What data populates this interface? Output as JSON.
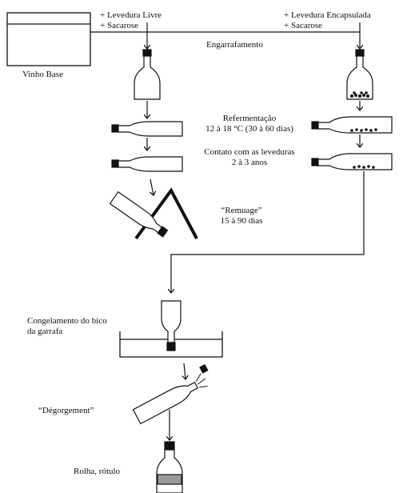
{
  "labels": {
    "free_yeast": "+ Levedura Livre",
    "sucrose_left": "+ Sacarose",
    "encapsulated_yeast": "+ Levedura Encapsulada",
    "sucrose_right": "+ Sacarose",
    "base_wine": "Vinho Base",
    "bottling": "Engarrafamento",
    "refermentation_title": "Refermentação",
    "refermentation_detail": "12 à 18 °C (30 à 60 dias)",
    "yeast_contact_title": "Contato com as leveduras",
    "yeast_contact_detail": "2 à 3 anos",
    "remuage_title": "“Remuage”",
    "remuage_detail": "15 à 90 dias",
    "freezing_line1": "Congelamento do bico",
    "freezing_line2": "da garrafa",
    "degorgement": "“Dégorgement”",
    "cork_label": "Rolha, rótulo"
  },
  "colors": {
    "line": "#111111",
    "sediment": "#111111",
    "label_band": "#9a9a9a"
  }
}
